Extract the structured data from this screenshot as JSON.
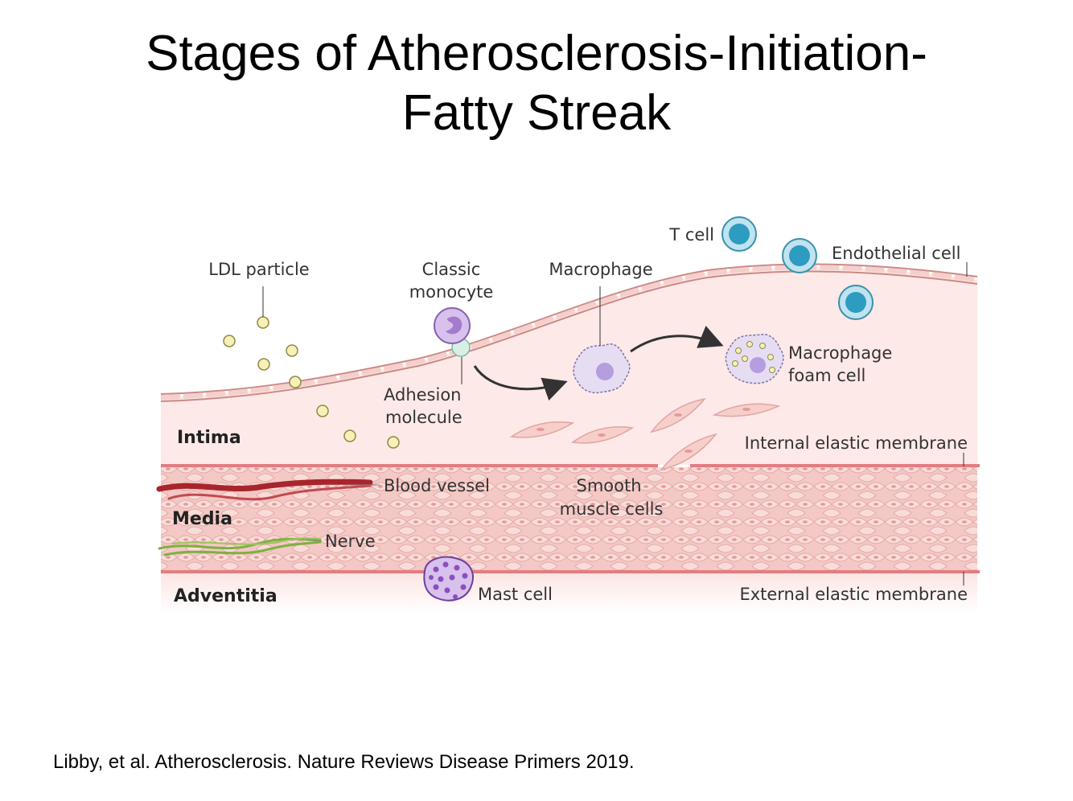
{
  "slide": {
    "title_line1": "Stages of Atherosclerosis-Initiation-",
    "title_line2": "Fatty Streak",
    "citation": "Libby, et al. Atherosclerosis. Nature Reviews Disease Primers 2019."
  },
  "diagram": {
    "labels": {
      "ldl": "LDL particle",
      "monocyte_1": "Classic",
      "monocyte_2": "monocyte",
      "macrophage": "Macrophage",
      "tcell": "T cell",
      "endothelial": "Endothelial cell",
      "foam_1": "Macrophage",
      "foam_2": "foam cell",
      "adhesion_1": "Adhesion",
      "adhesion_2": "molecule",
      "iem": "Internal elastic membrane",
      "blood_vessel": "Blood vessel",
      "smooth_1": "Smooth",
      "smooth_2": "muscle cells",
      "nerve": "Nerve",
      "mast": "Mast cell",
      "eem": "External elastic membrane"
    },
    "layers": {
      "intima": "Intima",
      "media": "Media",
      "adventitia": "Adventitia"
    },
    "colors": {
      "tissue": "#fbe8e6",
      "membrane": "#e37d82",
      "ldl": "#f7f1b8",
      "tcell": "#2e9bc0",
      "monocyte": "#b48ad6",
      "mast": "#9b5cc6",
      "blood_vessel": "#a8252d",
      "nerve": "#7fb041"
    }
  }
}
